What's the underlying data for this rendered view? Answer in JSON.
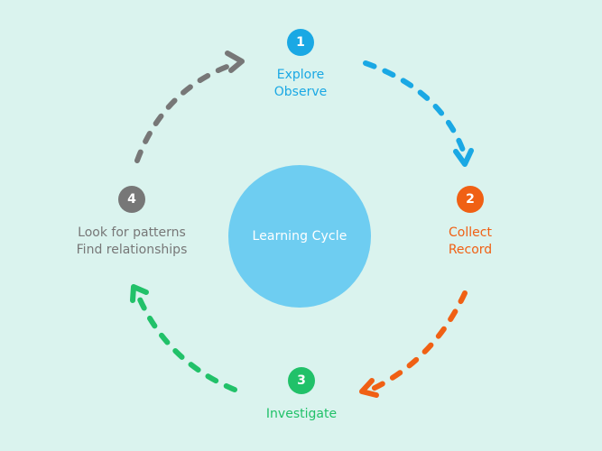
{
  "diagram": {
    "center_label": "Learning Cycle",
    "stages": [
      {
        "number": "1",
        "lines": [
          "Explore",
          "Observe"
        ],
        "color": "#1aa8e4"
      },
      {
        "number": "2",
        "lines": [
          "Collect",
          "Record"
        ],
        "color": "#f06014"
      },
      {
        "number": "3",
        "lines": [
          "Investigate"
        ],
        "color": "#21c169"
      },
      {
        "number": "4",
        "lines": [
          "Look for patterns",
          "Find relationships"
        ],
        "color": "#777777"
      }
    ],
    "arrow_colors": {
      "explore_to_collect": "#1aa8e4",
      "collect_to_investigate": "#f06014",
      "investigate_to_patterns": "#21c169",
      "patterns_to_explore": "#777777"
    }
  }
}
